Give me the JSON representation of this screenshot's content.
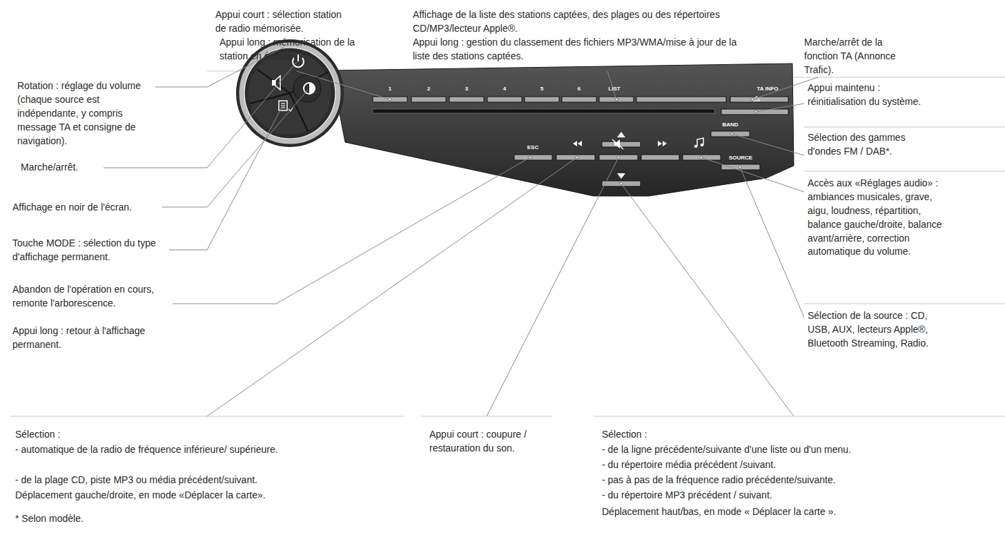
{
  "diagram": {
    "labels": [
      "Rotation : réglage du volume (chaque source est indépendante, y compris message TA et consigne de navigation).",
      "Marche/arrêt.",
      "Affichage en noir de l'écran.",
      "Touche MODE : sélection du type d'affichage permanent.",
      "Abandon de l'opération en cours, remonte l'arborescence.",
      "Appui long : retour à l'affichage permanent.",
      "Sélection :",
      "- automatique de la radio de fréquence inférieure/ supérieure.",
      "- de la plage CD, piste MP3 ou média précédent/suivant.",
      "Déplacement gauche/droite, en mode «Déplacer la carte».",
      "* Selon modèle.",
      "Appui court : sélection station de radio mémorisée.",
      "Appui long : mémorisation de la station en écoute.",
      "Affichage de la liste des stations captées, des plages ou des répertoires CD/MP3/lecteur Apple®.",
      "Appui long : gestion du classement des fichiers MP3/WMA/mise à jour de la liste des stations captées.",
      "Marche/arrêt de la fonction TA (Annonce Trafic).",
      "Appui maintenu : réinitialisation du système.",
      "Sélection des gammes d'ondes FM / DAB*.",
      "Accès aux «Réglages audio» : ambiances musicales, grave, aigu, loudness, répartition, balance gauche/droite, balance avant/arrière, correction automatique du volume.",
      "Sélection de la source : CD, USB, AUX, lecteurs Apple®, Bluetooth Streaming, Radio.",
      "Appui court : coupure / restauration du son.",
      "Sélection :",
      "- de la ligne précédente/suivante d'une liste ou d'un menu.",
      "- du répertoire média précédent /suivant.",
      "- pas à pas de la fréquence radio précédente/suivante.",
      "- du répertoire MP3 précédent / suivant.",
      "Déplacement haut/bas, en mode « Déplacer la carte ».",
      "1",
      "2",
      "3",
      "4",
      "5",
      "6",
      "LIST",
      "TA INFO",
      "BAND",
      "ESC",
      "SOURCE"
    ]
  }
}
